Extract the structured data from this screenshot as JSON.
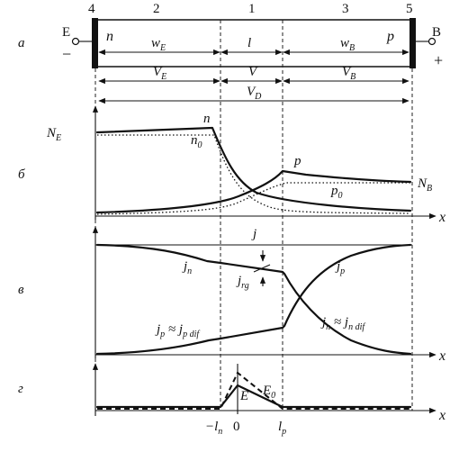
{
  "top": {
    "region_numbers": [
      "4",
      "2",
      "1",
      "3",
      "5"
    ],
    "terminal_left": "E",
    "terminal_right": "B",
    "sign_left": "−",
    "sign_right": "+",
    "n_region": "n",
    "p_region": "p",
    "widths": [
      "w",
      "l",
      "w"
    ],
    "width_subs": [
      "E",
      "",
      "B"
    ],
    "voltages": [
      "V",
      "V",
      "V"
    ],
    "voltage_subs": [
      "E",
      "",
      "B"
    ],
    "total": "V",
    "total_sub": "D"
  },
  "panels": [
    {
      "letter": "а"
    },
    {
      "letter": "б",
      "y_label": "N",
      "y_label_sub": "E",
      "n": "n",
      "n0": "n",
      "n0_sub": "0",
      "p": "p",
      "p0": "p",
      "p0_sub": "0",
      "nb": "N",
      "nb_sub": "B",
      "x": "x"
    },
    {
      "letter": "в",
      "j": "j",
      "jn": "j",
      "jn_sub": "n",
      "jrg": "j",
      "jrg_sub": "rg",
      "jp": "j",
      "jp_sub": "p",
      "jp_approx_a": "j",
      "jp_approx_a_sub": "p",
      "approx": " ≈ ",
      "jp_approx_b": "j",
      "jp_approx_b_sub": "p dif",
      "jn_approx_a": "j",
      "jn_approx_a_sub": "n",
      "jn_approx_b": "j",
      "jn_approx_b_sub": "n dif",
      "x": "x"
    },
    {
      "letter": "г",
      "e0": "E",
      "e0_sub": "0",
      "e": "E",
      "minus_ln": "−l",
      "ln_sub": "n",
      "zero": "0",
      "lp": "l",
      "lp_sub": "p",
      "x": "x"
    }
  ]
}
